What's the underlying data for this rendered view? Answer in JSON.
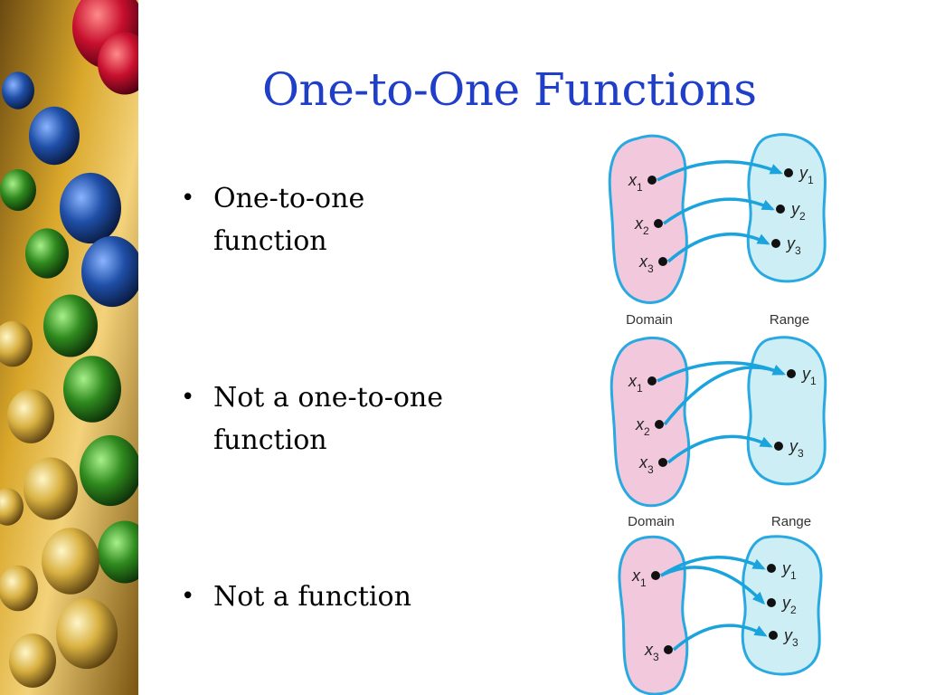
{
  "title": "One-to-One Functions",
  "bullets": [
    {
      "line1": "One-to-one",
      "line2": "function"
    },
    {
      "line1": "Not a one-to-one",
      "line2": "function"
    },
    {
      "line1": "Not a function",
      "line2": ""
    }
  ],
  "diagrams": [
    {
      "domain_label": "Domain",
      "range_label": "Range",
      "domain": [
        {
          "v": "x",
          "s": "1"
        },
        {
          "v": "x",
          "s": "2"
        },
        {
          "v": "x",
          "s": "3"
        }
      ],
      "range": [
        {
          "v": "y",
          "s": "1"
        },
        {
          "v": "y",
          "s": "2"
        },
        {
          "v": "y",
          "s": "3"
        }
      ],
      "mappings": [
        [
          "x1",
          "y1"
        ],
        [
          "x2",
          "y2"
        ],
        [
          "x3",
          "y3"
        ]
      ]
    },
    {
      "domain_label": "Domain",
      "range_label": "Range",
      "domain": [
        {
          "v": "x",
          "s": "1"
        },
        {
          "v": "x",
          "s": "2"
        },
        {
          "v": "x",
          "s": "3"
        }
      ],
      "range": [
        {
          "v": "y",
          "s": "1"
        },
        {
          "v": "y",
          "s": "3"
        }
      ],
      "mappings": [
        [
          "x1",
          "y1"
        ],
        [
          "x2",
          "y1"
        ],
        [
          "x3",
          "y3"
        ]
      ]
    },
    {
      "domain": [
        {
          "v": "x",
          "s": "1"
        },
        {
          "v": "x",
          "s": "3"
        }
      ],
      "range": [
        {
          "v": "y",
          "s": "1"
        },
        {
          "v": "y",
          "s": "2"
        },
        {
          "v": "y",
          "s": "3"
        }
      ],
      "mappings": [
        [
          "x1",
          "y1"
        ],
        [
          "x1",
          "y2"
        ],
        [
          "x3",
          "y3"
        ]
      ]
    }
  ],
  "colors": {
    "title": "#1f3fc8",
    "domain_fill": "#f2c8dc",
    "range_fill": "#cdeef4",
    "outline": "#29a9e1",
    "arrow": "#1aa3dc"
  }
}
